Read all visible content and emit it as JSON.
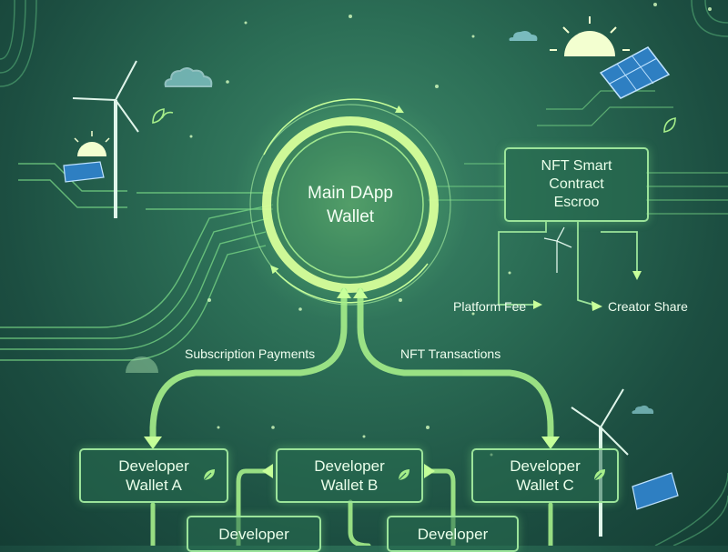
{
  "hub": {
    "line1": "Main DApp",
    "line2": "Wallet"
  },
  "escrow": {
    "line1": "NFT Smart",
    "line2": "Contract",
    "line3": "Escroo"
  },
  "labels": {
    "platform_fee": "Platform Fee",
    "creator_share": "Creator Share",
    "subscription": "Subscription Payments",
    "nft_transactions": "NFT Transactions"
  },
  "wallets": [
    {
      "line1": "Developer",
      "line2": "Wallet A"
    },
    {
      "line1": "Developer",
      "line2": "Wallet B"
    },
    {
      "line1": "Developer",
      "line2": "Wallet C"
    },
    {
      "line1": "Developer",
      "line2": ""
    },
    {
      "line1": "Developer",
      "line2": ""
    }
  ],
  "icons": [
    "wind-turbine-icon",
    "solar-panel-icon",
    "sun-icon",
    "cloud-icon",
    "leaf-icon"
  ],
  "colors": {
    "accent": "#9be39a",
    "glow": "#c8ff9a",
    "background": "#2b6d55"
  }
}
